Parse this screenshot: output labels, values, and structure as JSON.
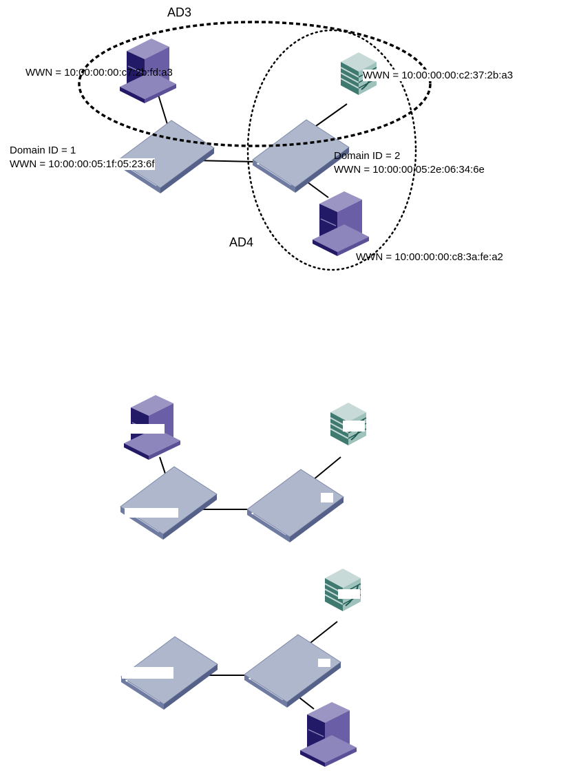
{
  "zones": {
    "ad3": "AD3",
    "ad4": "AD4"
  },
  "labels": {
    "host_ad3_wwn": "WWN = 10:00:00:00:c7:2b:fd:a3",
    "storage_wwn": "WWN = 10:00:00:00:c2:37:2b:a3",
    "switch1_domain": "Domain ID = 1",
    "switch1_wwn": "WWN = 10:00:00:05:1f:05:23:6f",
    "switch2_domain": "Domain ID = 2",
    "switch2_wwn": "WWN = 10:00:00:05:2e:06:34:6e",
    "host_ad4_wwn": "WWN = 10:00:00:00:c8:3a:fe:a2"
  },
  "colors": {
    "switch_top": "#aeb7cc",
    "switch_front": "#7a86a8",
    "switch_side": "#5d6890",
    "host_light": "#9b95c3",
    "host_mid": "#6a5fa6",
    "host_dark": "#221a66",
    "storage_light": "#c7dad7",
    "storage_mid": "#4f8a80",
    "storage_dark": "#1f5a50",
    "line": "#000000"
  }
}
